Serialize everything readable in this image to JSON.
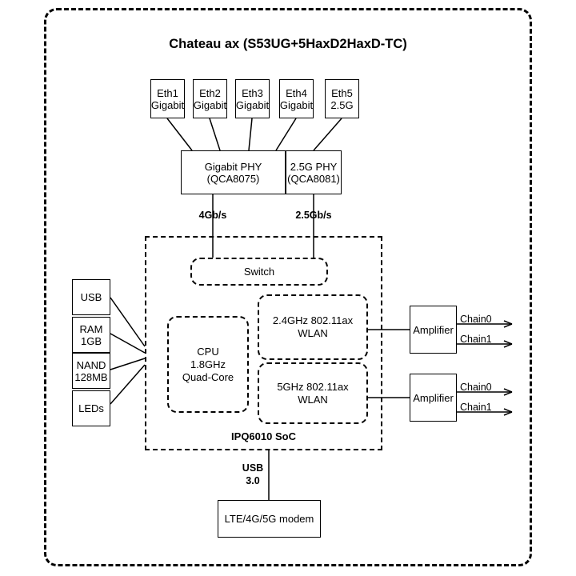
{
  "diagram": {
    "title": "Chateau ax (S53UG+5HaxD2HaxD-TC)",
    "ethernet_ports": [
      {
        "name": "Eth1",
        "speed": "Gigabit"
      },
      {
        "name": "Eth2",
        "speed": "Gigabit"
      },
      {
        "name": "Eth3",
        "speed": "Gigabit"
      },
      {
        "name": "Eth4",
        "speed": "Gigabit"
      },
      {
        "name": "Eth5",
        "speed": "2.5G"
      }
    ],
    "phys": [
      {
        "name": "Gigabit PHY",
        "part": "(QCA8075)"
      },
      {
        "name": "2.5G PHY",
        "part": "(QCA8081)"
      }
    ],
    "phy_links": [
      {
        "label": "4Gb/s"
      },
      {
        "label": "2.5Gb/s"
      }
    ],
    "soc": {
      "label": "IPQ6010 SoC",
      "switch": {
        "label": "Switch"
      },
      "cpu": {
        "line1": "CPU",
        "line2": "1.8GHz",
        "line3": "Quad-Core"
      },
      "wlan": [
        {
          "line1": "2.4GHz 802.11ax",
          "line2": "WLAN"
        },
        {
          "line1": "5GHz 802.11ax",
          "line2": "WLAN"
        }
      ]
    },
    "peripherals": [
      {
        "line1": "USB",
        "line2": ""
      },
      {
        "line1": "RAM",
        "line2": "1GB"
      },
      {
        "line1": "NAND",
        "line2": "128MB"
      },
      {
        "line1": "LEDs",
        "line2": ""
      }
    ],
    "amplifiers": [
      {
        "label": "Amplifier",
        "chains": [
          "Chain0",
          "Chain1"
        ]
      },
      {
        "label": "Amplifier",
        "chains": [
          "Chain0",
          "Chain1"
        ]
      }
    ],
    "modem": {
      "bus_line1": "USB",
      "bus_line2": "3.0",
      "label": "LTE/4G/5G modem"
    }
  }
}
